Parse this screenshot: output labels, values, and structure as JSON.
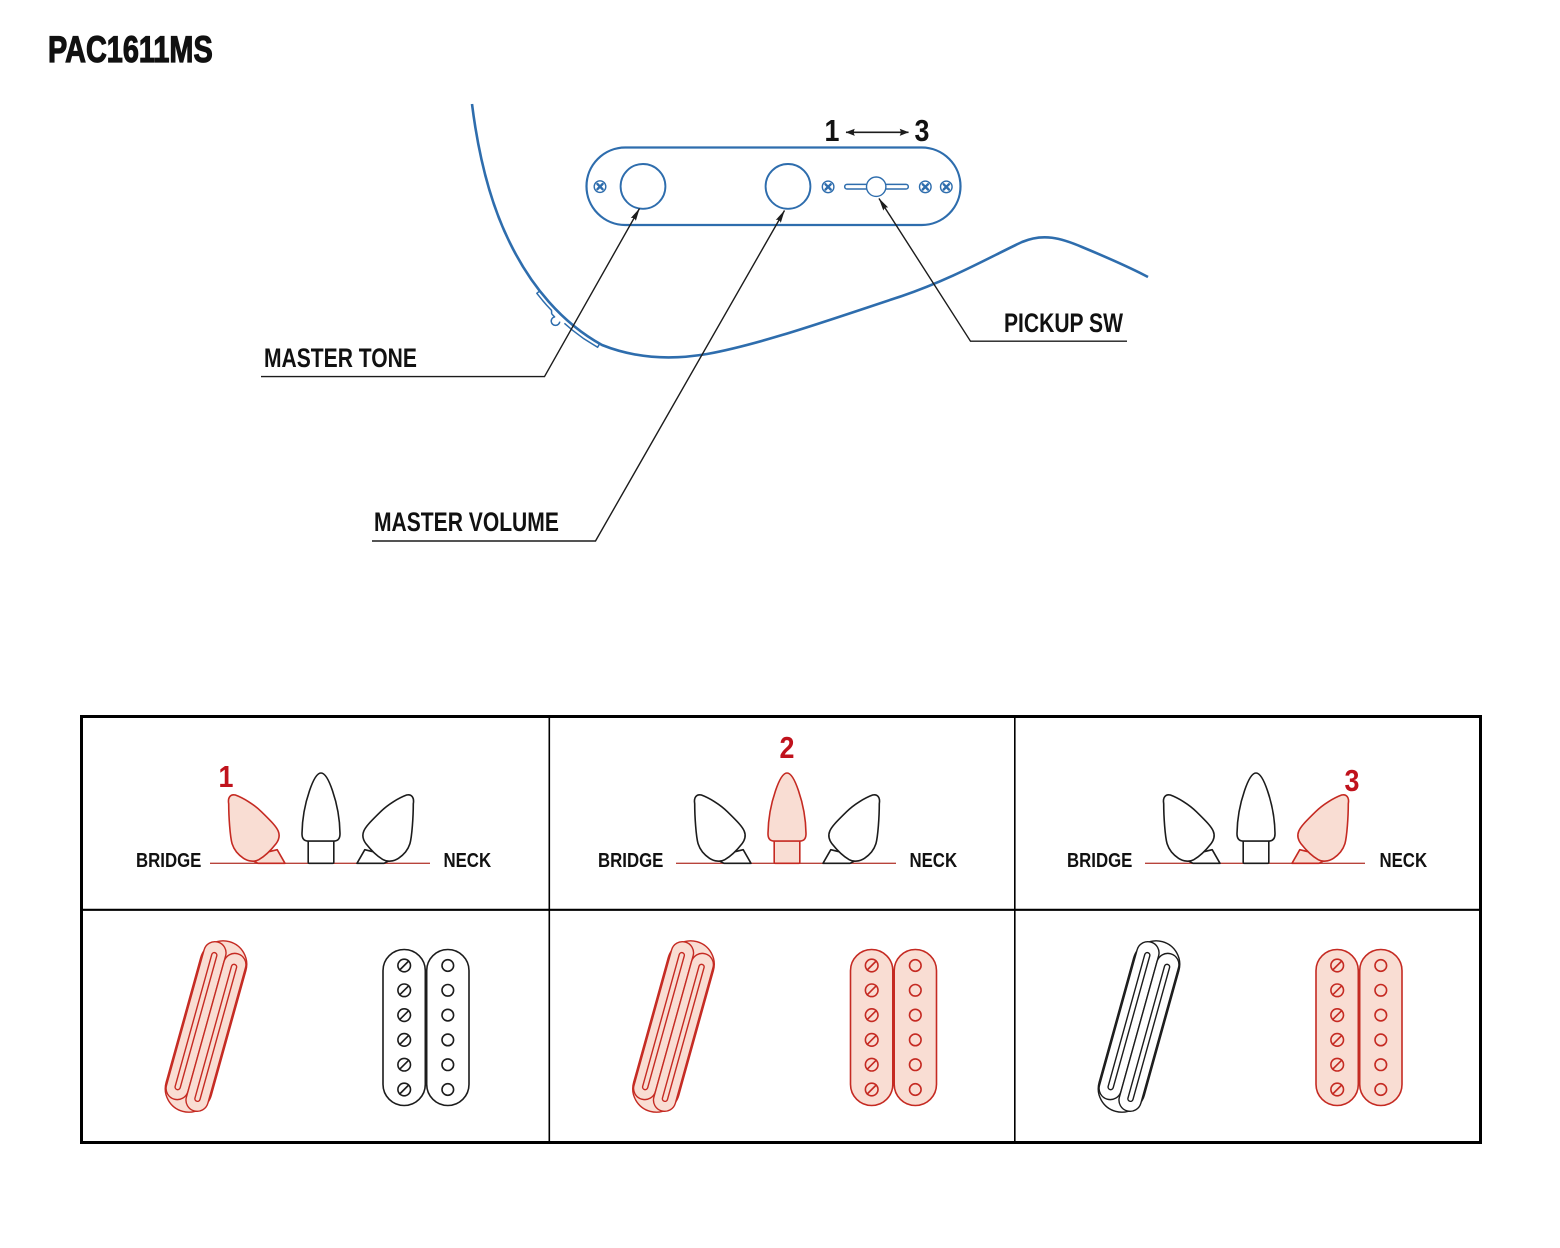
{
  "title": "PAC1611MS",
  "colors": {
    "diagram_blue": "#2e6dad",
    "accent_red": "#c52a22",
    "active_fill_pink": "#f9ddd3",
    "text_black": "#111111"
  },
  "control_diagram": {
    "labels": {
      "master_tone": "MASTER TONE",
      "master_volume": "MASTER VOLUME",
      "pickup_switch": "PICKUP SW"
    },
    "switch_range": {
      "from": "1",
      "to": "3"
    },
    "plate": {
      "holes": [
        "master-tone-hole",
        "master-volume-hole"
      ],
      "screws": 4,
      "switch": "3-way-slide"
    }
  },
  "selector_table": {
    "bridge_label": "BRIDGE",
    "neck_label": "NECK",
    "positions": [
      {
        "number": "1",
        "active_tip": "bridge",
        "bridge_rail_pickup": "on",
        "neck_humbucker_pickup": "off"
      },
      {
        "number": "2",
        "active_tip": "middle",
        "bridge_rail_pickup": "on",
        "neck_humbucker_pickup": "on"
      },
      {
        "number": "3",
        "active_tip": "neck",
        "bridge_rail_pickup": "off",
        "neck_humbucker_pickup": "on"
      }
    ]
  }
}
